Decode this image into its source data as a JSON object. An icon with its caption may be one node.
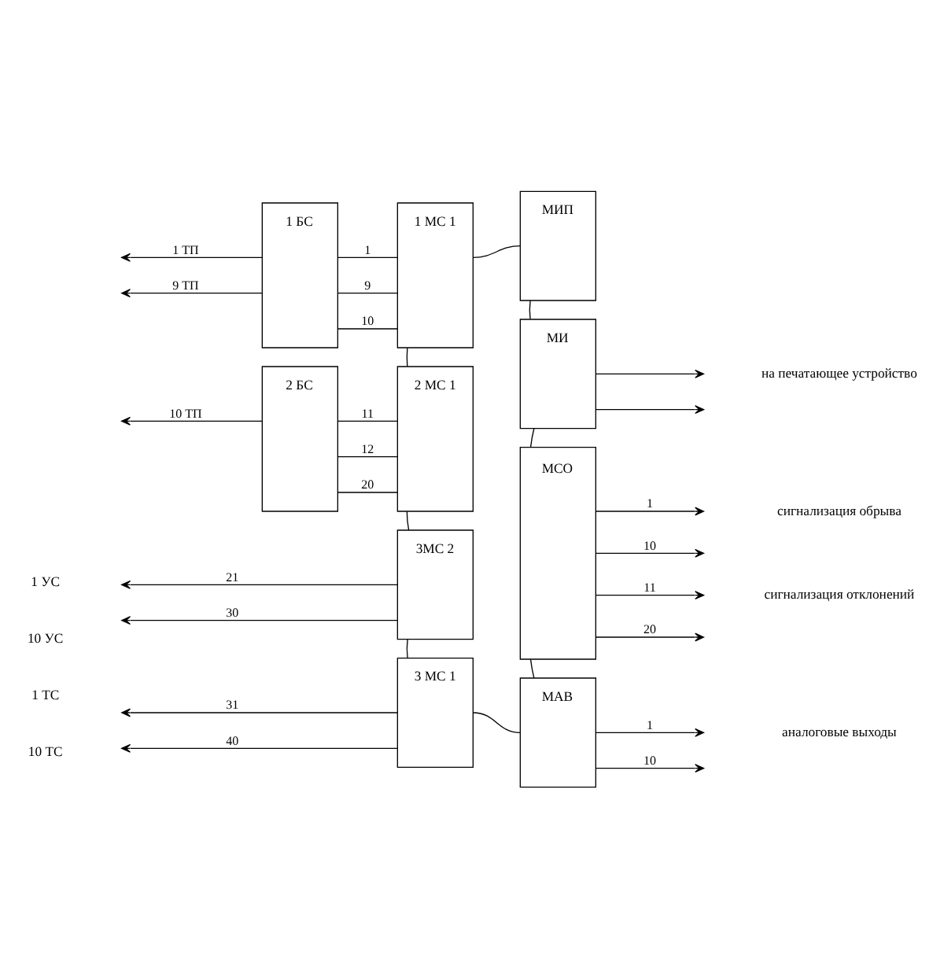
{
  "diagram": {
    "nodes": [
      {
        "text": [
          "МИП"
        ]
      },
      {
        "text": [
          "1 БС"
        ]
      },
      {
        "text": [
          "1 МС 1"
        ]
      },
      {
        "text": [
          "МИ"
        ]
      },
      {
        "text": [
          "2 БС"
        ]
      },
      {
        "text": [
          "2 МС 1"
        ]
      },
      {
        "text": [
          "МСО"
        ]
      },
      {
        "text": [
          "3МС 2"
        ]
      },
      {
        "text": [
          "3 МС 1"
        ]
      },
      {
        "text": [
          "МАВ"
        ]
      }
    ],
    "edges": [
      {
        "from": 0,
        "to": 2,
        "arrow": "none"
      },
      {
        "from": 2,
        "to": 5,
        "arrow": "none"
      },
      {
        "from": 5,
        "to": 7,
        "arrow": "none"
      },
      {
        "from": 7,
        "to": 8,
        "arrow": "none"
      },
      {
        "from": 8,
        "to": 9,
        "arrow": "none"
      },
      {
        "from": 9,
        "to": 6,
        "arrow": "none"
      },
      {
        "from": 6,
        "to": 3,
        "arrow": "none"
      },
      {
        "from": 3,
        "to": 0,
        "arrow": "none"
      },
      {
        "from": 1,
        "to": null,
        "arrow": "to",
        "label": "1 ТП"
      },
      {
        "from": 1,
        "to": null,
        "arrow": "to",
        "label": "9 ТП"
      },
      {
        "from": 2,
        "to": 1,
        "arrow": "none",
        "label": "1"
      },
      {
        "from": 2,
        "to": 1,
        "arrow": "none",
        "label": "9"
      },
      {
        "from": 2,
        "to": 1,
        "arrow": "none",
        "label": "10"
      },
      {
        "from": 3,
        "to": null,
        "arrow": "to"
      },
      {
        "from": 3,
        "to": null,
        "arrow": "to"
      },
      {
        "from": 4,
        "to": null,
        "arrow": "to",
        "label": "10 ТП"
      },
      {
        "from": 5,
        "to": 4,
        "arrow": "none",
        "label": "11"
      },
      {
        "from": 5,
        "to": 4,
        "arrow": "none",
        "label": "12"
      },
      {
        "from": 5,
        "to": 4,
        "arrow": "none",
        "label": "20"
      },
      {
        "from": 6,
        "to": null,
        "arrow": "to",
        "label": "1"
      },
      {
        "from": 6,
        "to": null,
        "arrow": "to",
        "label": "10"
      },
      {
        "from": 6,
        "to": null,
        "arrow": "to",
        "label": "11"
      },
      {
        "from": 6,
        "to": null,
        "arrow": "to",
        "label": "20"
      },
      {
        "from": 7,
        "to": null,
        "arrow": "to",
        "label": "21"
      },
      {
        "from": 7,
        "to": null,
        "arrow": "to",
        "label": "30"
      },
      {
        "from": 8,
        "to": null,
        "arrow": "to",
        "label": "31"
      },
      {
        "from": 8,
        "to": null,
        "arrow": "to",
        "label": "40"
      },
      {
        "from": 9,
        "to": null,
        "arrow": "to",
        "label": "1"
      },
      {
        "from": 9,
        "to": null,
        "arrow": "to",
        "label": "10"
      }
    ],
    "labels": [
      "на печатающее устройство",
      "сигнализация обрыва",
      "сигнализация отклонений",
      "аналоговые выходы",
      "1 УС",
      "10 УС",
      "1 ТС",
      "10 ТС"
    ]
  }
}
